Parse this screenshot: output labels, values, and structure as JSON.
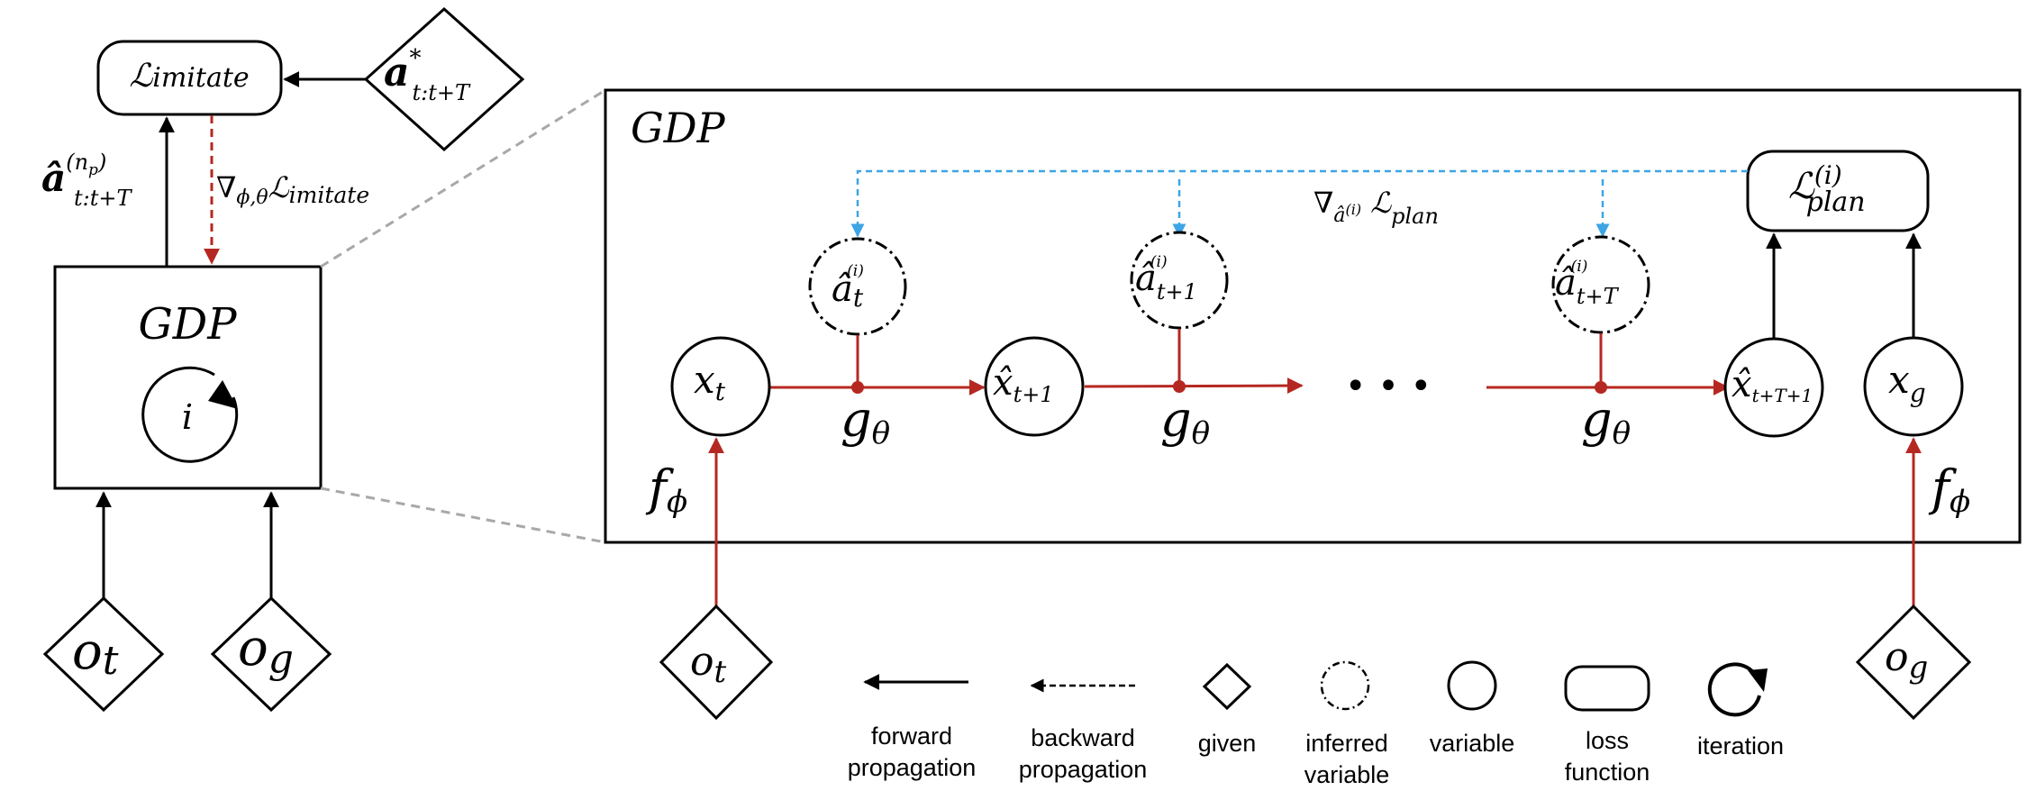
{
  "colors": {
    "forward": "#000000",
    "red_path": "#b52821",
    "blue_path": "#3da5e5",
    "zoom_lines": "#a8a8a8"
  },
  "left": {
    "loss": {
      "L": "ℒ",
      "sub": "imitate"
    },
    "target": {
      "a": "a",
      "sup": "*",
      "sub": "t:t+T"
    },
    "pred": {
      "a": "â",
      "sup_n": "(n",
      "sup_p": "p",
      "sup_close": ")",
      "sub": "t:t+T"
    },
    "grad": {
      "nabla": "∇",
      "sub": "ϕ,θ",
      "L": "ℒ",
      "Lsub": "imitate"
    },
    "gdp_label": "GDP",
    "iter_label": "i",
    "obs_t": {
      "o": "o",
      "sub": "t"
    },
    "obs_g": {
      "o": "o",
      "sub": "g"
    }
  },
  "right": {
    "title": "GDP",
    "loss_plan": {
      "L": "ℒ",
      "sup": "(i)",
      "sub": "plan"
    },
    "grad_plan": {
      "nabla": "∇",
      "sub_a": "â",
      "sub_sup": "(i)",
      "L": "ℒ",
      "Lsub": "plan"
    },
    "actions": [
      {
        "a": "â",
        "sub": "t",
        "sup": "(i)"
      },
      {
        "a": "â",
        "sub": "t+1",
        "sup": "(i)"
      },
      {
        "a": "â",
        "sub": "t+T",
        "sup": "(i)"
      }
    ],
    "states": [
      {
        "x": "x",
        "sub": "t"
      },
      {
        "x": "x̂",
        "sub": "t+1"
      },
      {
        "x": "x̂",
        "sub": "t+T+1"
      },
      {
        "x": "x",
        "sub": "g"
      }
    ],
    "ellipsis": "• • •",
    "g": "g",
    "g_sub": "θ",
    "f": "f",
    "f_sub": "ϕ",
    "obs_t": {
      "o": "o",
      "sub": "t"
    },
    "obs_g": {
      "o": "o",
      "sub": "g"
    }
  },
  "legend": [
    {
      "icon": "forward-arrow",
      "lines": [
        "forward",
        "propagation"
      ]
    },
    {
      "icon": "backward-arrow",
      "lines": [
        "backward",
        "propagation"
      ]
    },
    {
      "icon": "diamond",
      "lines": [
        "given"
      ]
    },
    {
      "icon": "dash-dot-circle",
      "lines": [
        "inferred",
        "variable"
      ]
    },
    {
      "icon": "circle",
      "lines": [
        "variable"
      ]
    },
    {
      "icon": "rounded-rect",
      "lines": [
        "loss",
        "function"
      ]
    },
    {
      "icon": "circular-arrow",
      "lines": [
        "iteration"
      ]
    }
  ]
}
